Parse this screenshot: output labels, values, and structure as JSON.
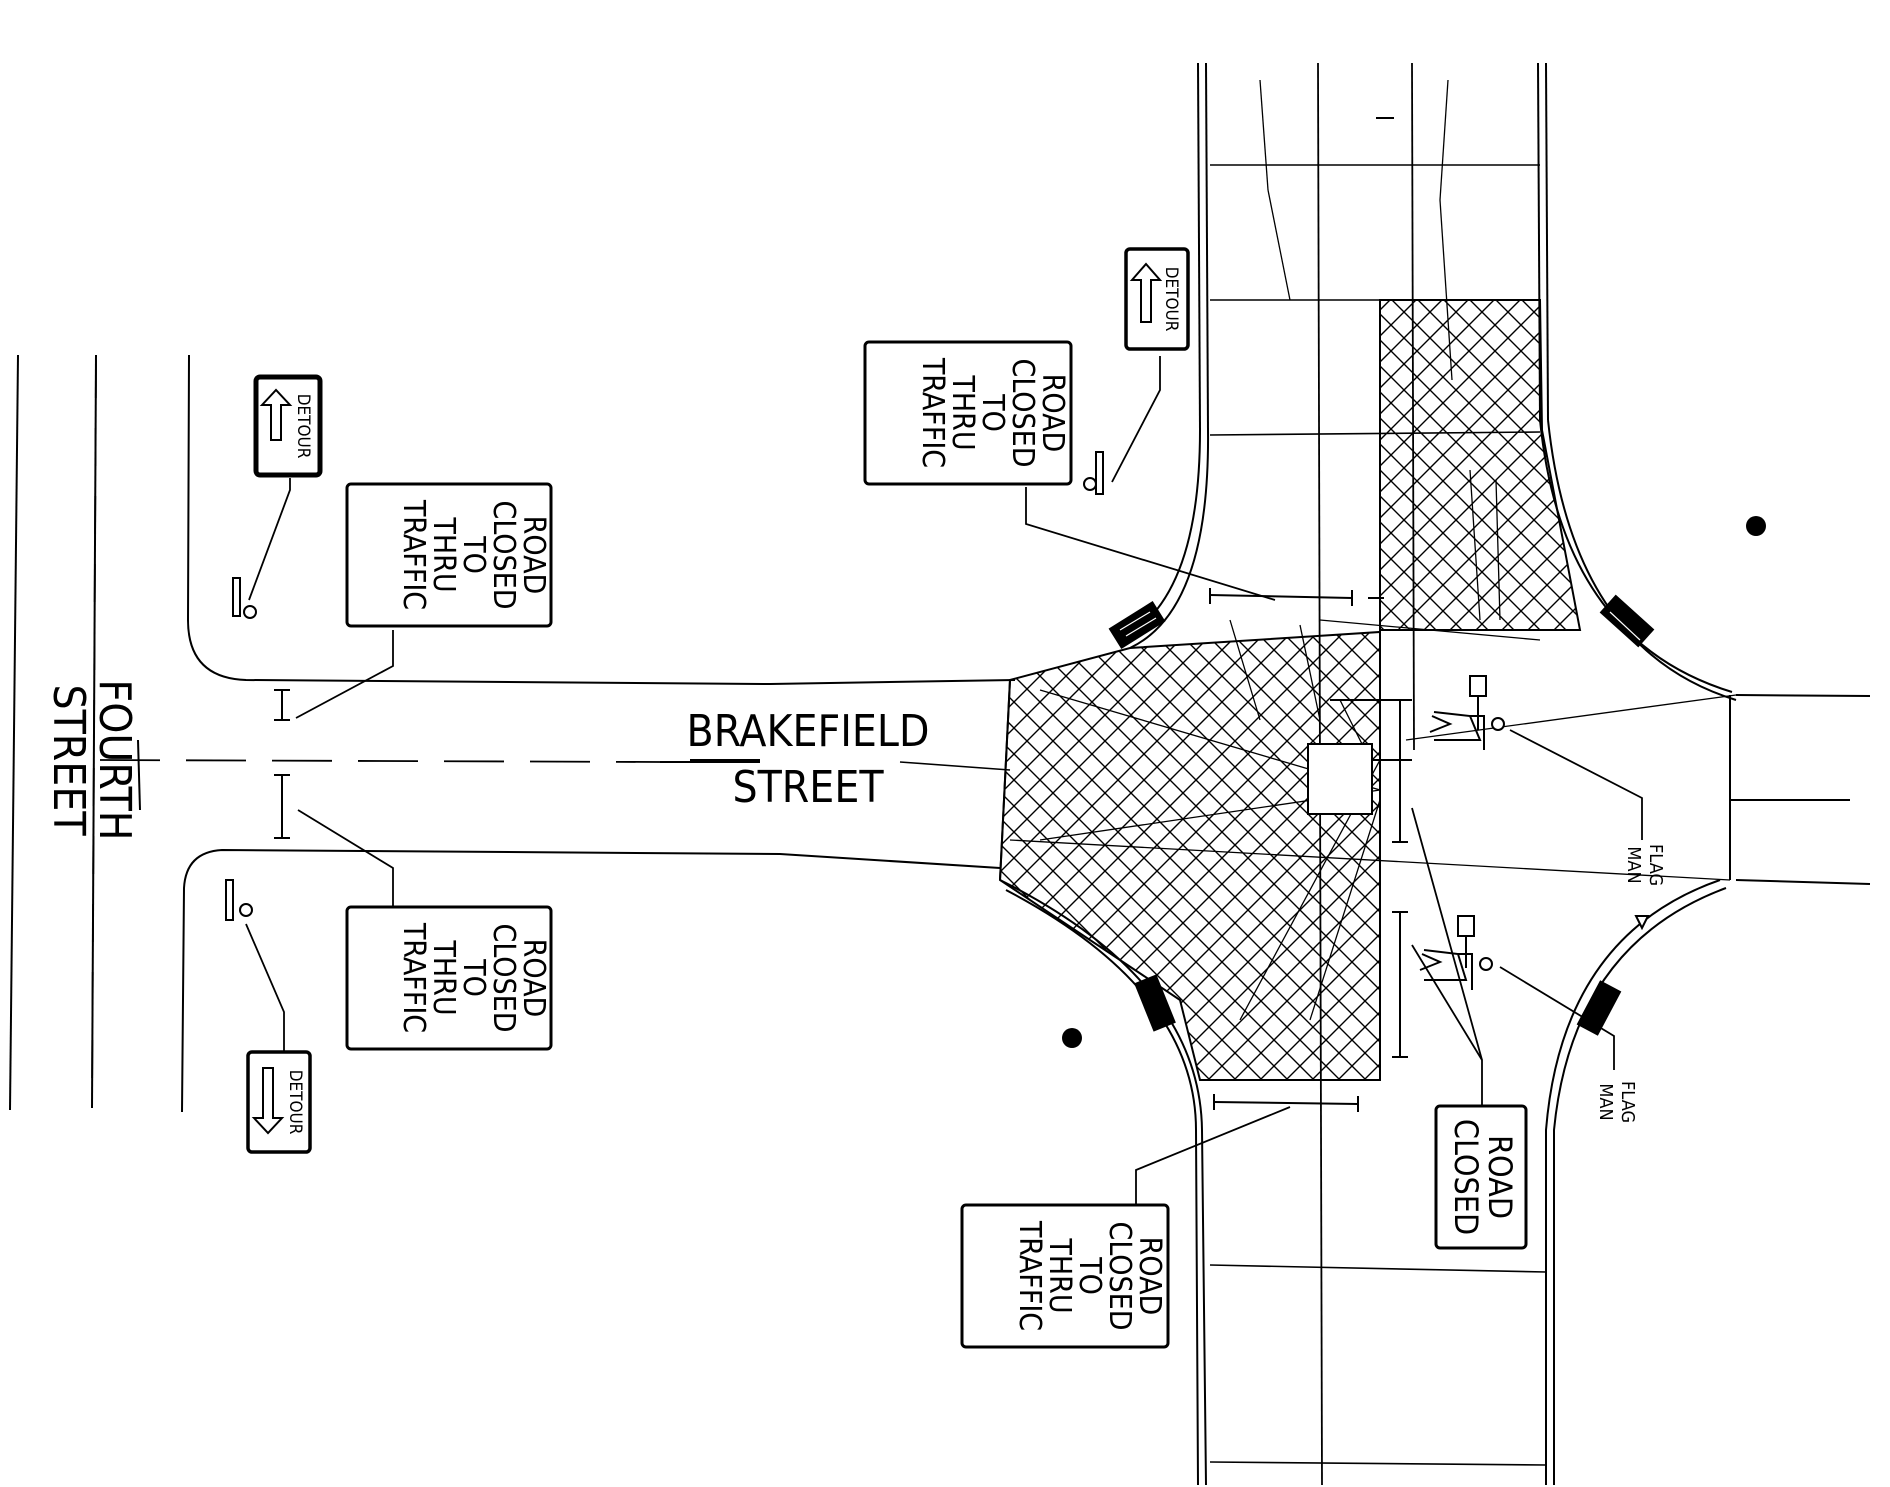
{
  "streets": {
    "fourth_line1": "FOURTH",
    "fourth_line2": "STREET",
    "brakefield_line1": "BRAKEFIELD",
    "brakefield_line2": "STREET"
  },
  "signs": {
    "road_closed_thru": [
      "ROAD",
      "CLOSED",
      "TO",
      "THRU",
      "TRAFFIC"
    ],
    "road_closed": [
      "ROAD",
      "CLOSED"
    ],
    "detour": "DETOUR"
  },
  "flagman": [
    "FLAG",
    "MAN"
  ],
  "colors": {
    "ink": "#000000",
    "paper": "#ffffff"
  }
}
